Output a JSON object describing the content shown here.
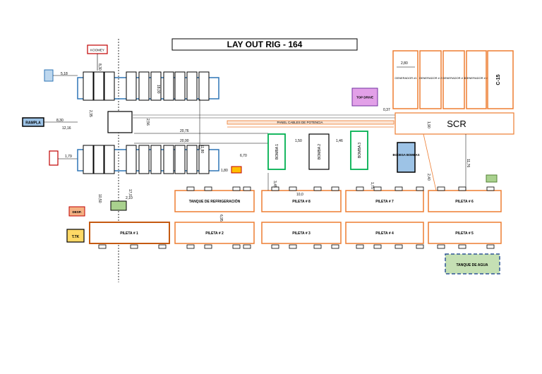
{
  "title": "LAY OUT RIG - 164",
  "labels": {
    "koomey": "KOOMEY",
    "rampla": "RAMPLA",
    "top_drive": "TOP DRIVE",
    "scr": "SCR",
    "c15": "C-15",
    "bodega_bombas": "BODEGA BOMBAS",
    "panel_cables": "PANEL CABLES DE POTENCIA",
    "tanque_refrigeracion": "TANQUE DE REFRIGERACIÓN",
    "tanque_agua": "TANQUE DE AGUA",
    "tk": "T.TK",
    "desp": "DESP.",
    "generador_1": "GENERADOR #1",
    "generador_2": "GENERADOR # 2",
    "generador_3": "GENERADOR # 3",
    "generador_4": "GENERADOR # 4",
    "bomba_1": "BOMBA 1",
    "bomba_2": "BOMBA 2",
    "bomba_3": "BOMBA 3"
  },
  "piletas": {
    "p1": "PILETA # 1",
    "p2": "PILETA # 2",
    "p3": "PILETA # 3",
    "p4": "PILETA # 4",
    "p5": "PILETA # 5",
    "p6": "PILETA # 6",
    "p7": "PILETA # 7",
    "p8": "PILETA # 8"
  },
  "dimensions": {
    "d_518": "5,18",
    "d_830": "8,30",
    "d_1216": "12,16",
    "d_179": "1,79",
    "d_2076": "20,76",
    "d_2090": "20,90",
    "d_670": "6,70",
    "d_280": "2,80",
    "d_037": "0,37",
    "d_1180": "11,80",
    "d_1176": "11,76",
    "d_100": "10,0",
    "d_175": "1,75",
    "d_210": "2,10",
    "d_150": "1,50",
    "d_146": "1,46",
    "d_180": "1,80",
    "d_830b": "8,30",
    "d_256": "2,56",
    "d_235": "2,35",
    "d_240": "2,40",
    "d_190": "1,90",
    "d_695": "6,95",
    "d_170": "17,0",
    "d_1050": "10,50",
    "d_1800": "18,00",
    "d_345": "3,45"
  }
}
